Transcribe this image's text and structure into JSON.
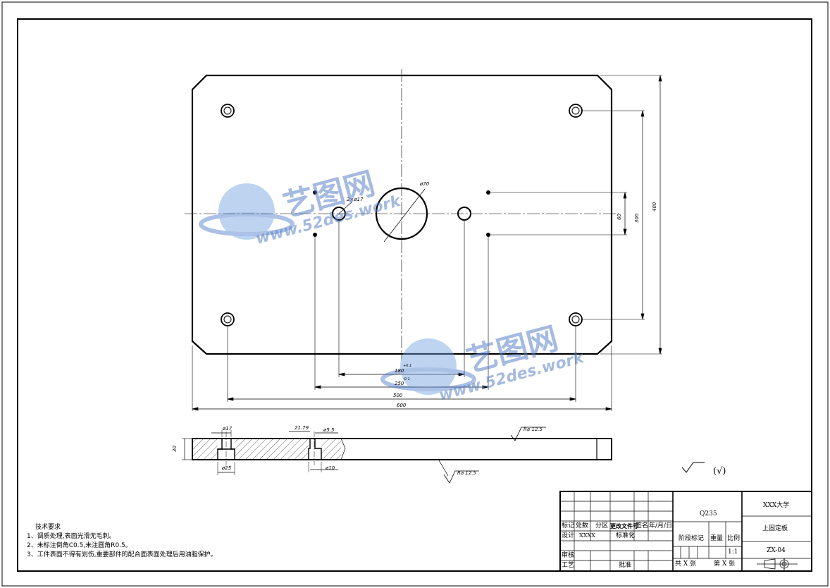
{
  "dimensions": {
    "hole_center": "ø70",
    "side_holes": "2×ø17",
    "width_600": "600",
    "holes_500": "500",
    "holes_250": "250",
    "holes_180": "180",
    "height_400": "400",
    "holes_300": "300",
    "holes_60": "60",
    "thickness_30": "30",
    "cb_17": "ø17",
    "cb_25": "ø25",
    "pin_55": "ø5.5",
    "pin_10": "ø10",
    "depth_2179": "21.79",
    "tol_marks": [
      "+0.1",
      "-0.1"
    ]
  },
  "surface_finish": {
    "top": "Ra 12.5",
    "bottom": "Ra 12.5",
    "general": "(√)"
  },
  "tech_requirements": {
    "title": "技术要求",
    "items": [
      "1、调质处理,表面光滑无毛刺。",
      "2、未标注倒角C0.5,未注圆角R0.5。",
      "3、工件表面不得有划伤,重要部件的配合面表面处理后用油脂保护。"
    ]
  },
  "title_block": {
    "material": "Q235",
    "school": "XXX大学",
    "part_name": "上固定板",
    "drawing_no": "ZX-04",
    "scale": "1:1",
    "labels": {
      "mark": "标记",
      "count": "处数",
      "zone": "分区",
      "doc_no": "更改文件号",
      "sign": "签名",
      "date": "年/月/日",
      "design": "设计",
      "designer": "XXXX",
      "standard": "标准化",
      "stage": "阶段标记",
      "weight": "重量",
      "ratio": "比例",
      "review": "审核",
      "process": "工艺",
      "approve": "批准",
      "total_sheets": "共  X  张",
      "sheet_no": "第  X  张"
    }
  },
  "watermark": {
    "brand": "艺图网",
    "url": "www.52des.work"
  },
  "colors": {
    "line": "#000000",
    "watermark": "#5a82c8"
  }
}
